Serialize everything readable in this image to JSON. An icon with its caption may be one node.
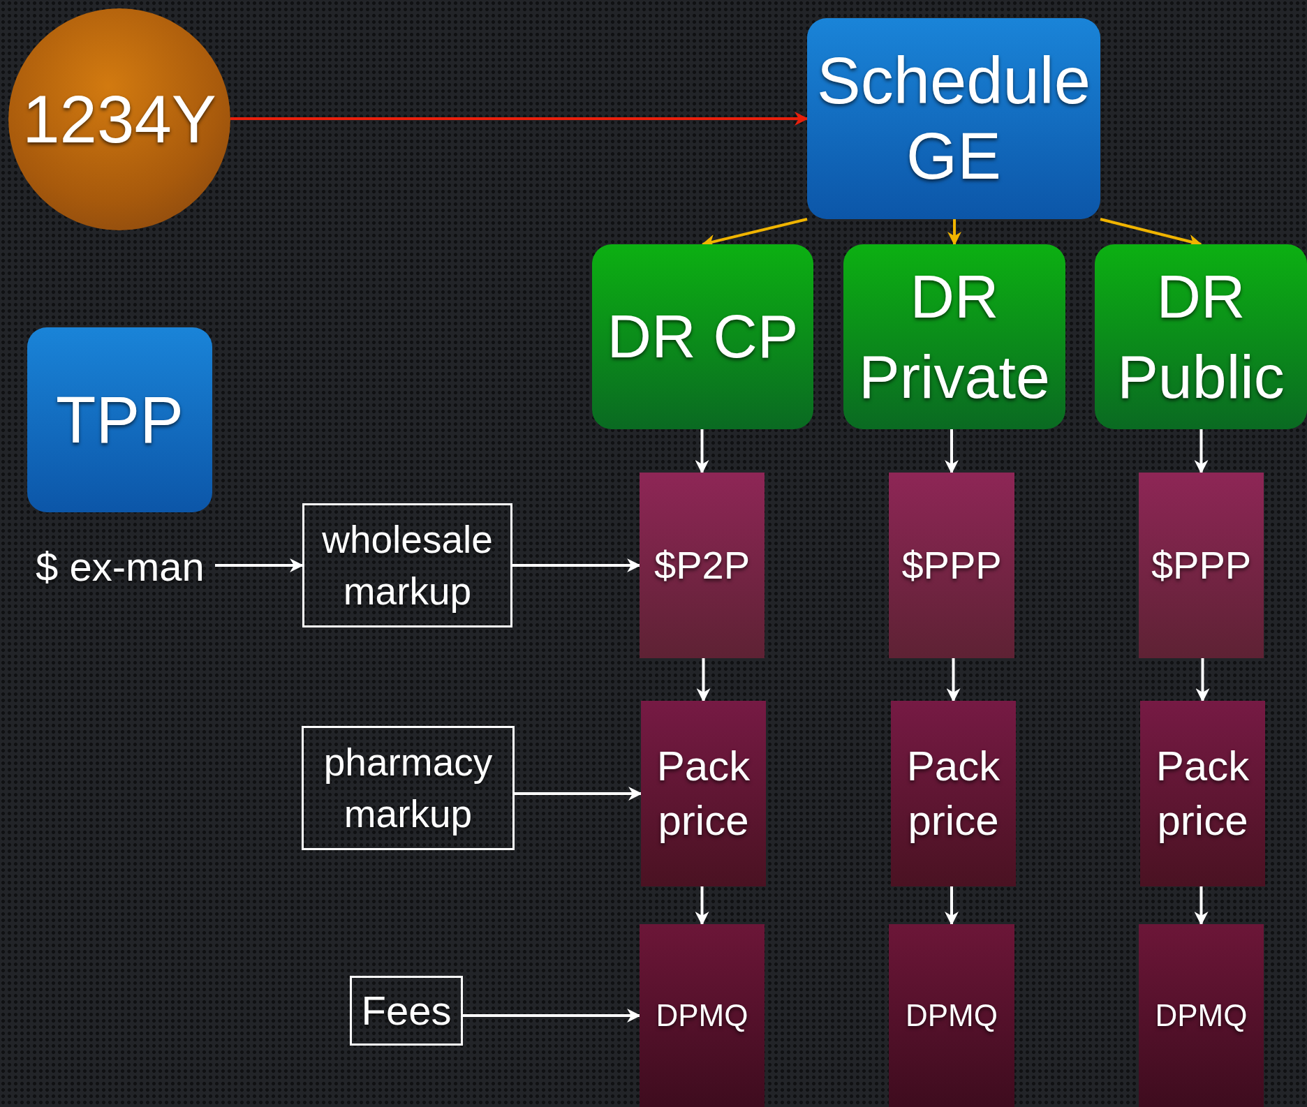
{
  "diagram": {
    "nodes": [
      {
        "text": [
          "1234Y"
        ]
      },
      {
        "text": [
          "Schedule GE"
        ]
      },
      {
        "text": [
          "DR CP"
        ]
      },
      {
        "text": [
          "DR Private"
        ]
      },
      {
        "text": [
          "DR Public"
        ]
      },
      {
        "text": [
          "TPP"
        ]
      },
      {
        "text": [
          "$ ex-man"
        ]
      },
      {
        "text": [
          "wholesale markup"
        ]
      },
      {
        "text": [
          "$P2P"
        ]
      },
      {
        "text": [
          "$PPP"
        ]
      },
      {
        "text": [
          "$PPP"
        ]
      },
      {
        "text": [
          "pharmacy markup"
        ]
      },
      {
        "text": [
          "Pack price"
        ]
      },
      {
        "text": [
          "Pack price"
        ]
      },
      {
        "text": [
          "Pack price"
        ]
      },
      {
        "text": [
          "Fees"
        ]
      },
      {
        "text": [
          "DPMQ"
        ]
      },
      {
        "text": [
          "DPMQ"
        ]
      },
      {
        "text": [
          "DPMQ"
        ]
      }
    ],
    "edges": [
      {
        "from": 0,
        "to": 1,
        "arrow": "to",
        "color": "#e8200c"
      },
      {
        "from": 1,
        "to": 2,
        "arrow": "to",
        "color": "#f0b400"
      },
      {
        "from": 1,
        "to": 3,
        "arrow": "to",
        "color": "#f0b400"
      },
      {
        "from": 1,
        "to": 4,
        "arrow": "to",
        "color": "#f0b400"
      },
      {
        "from": 2,
        "to": 8,
        "arrow": "to"
      },
      {
        "from": 3,
        "to": 9,
        "arrow": "to"
      },
      {
        "from": 4,
        "to": 10,
        "arrow": "to"
      },
      {
        "from": 6,
        "to": 7,
        "arrow": "to"
      },
      {
        "from": 7,
        "to": 8,
        "arrow": "to"
      },
      {
        "from": 8,
        "to": 12,
        "arrow": "to"
      },
      {
        "from": 9,
        "to": 13,
        "arrow": "to"
      },
      {
        "from": 10,
        "to": 14,
        "arrow": "to"
      },
      {
        "from": 11,
        "to": 12,
        "arrow": "to"
      },
      {
        "from": 12,
        "to": 16,
        "arrow": "to"
      },
      {
        "from": 13,
        "to": 17,
        "arrow": "to"
      },
      {
        "from": 14,
        "to": 18,
        "arrow": "to"
      },
      {
        "from": 15,
        "to": 16,
        "arrow": "to"
      }
    ]
  }
}
